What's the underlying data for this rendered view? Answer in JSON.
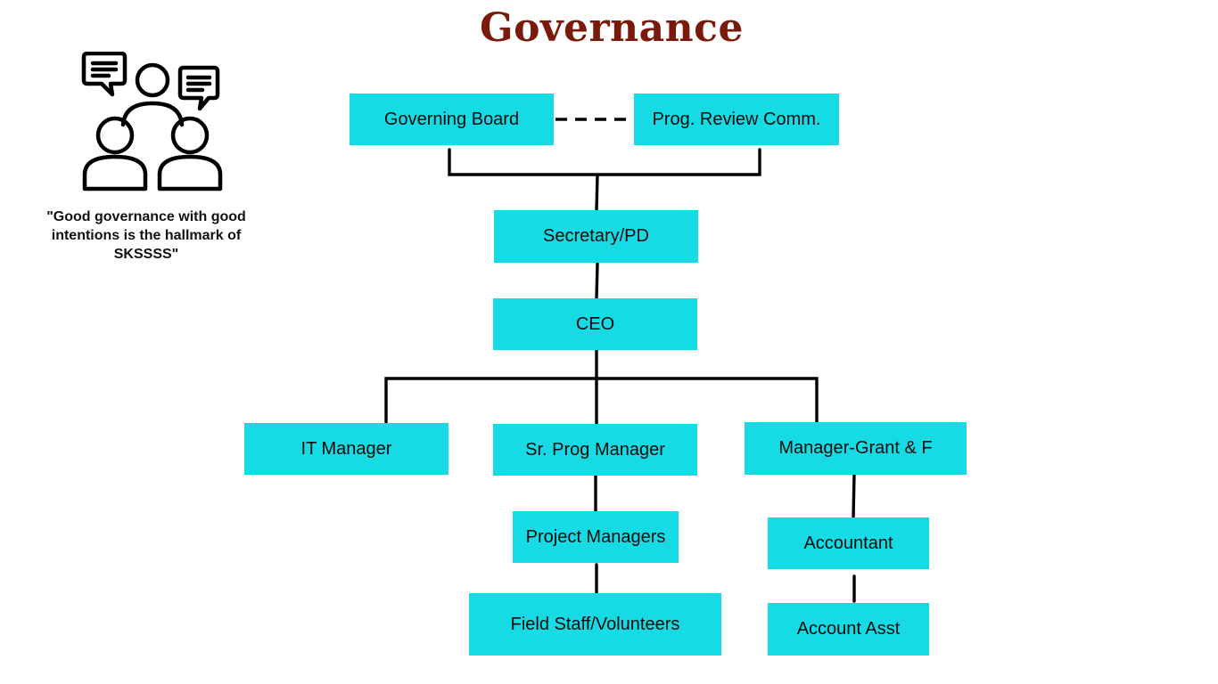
{
  "title": "Governance",
  "quote": "\"Good governance with good intentions is the hallmark of SKSSSS\"",
  "icon": "people-discussion-icon",
  "colors": {
    "title": "#7a1a0a",
    "box": "#17dbe4"
  },
  "nodes": {
    "governing_board": "Governing Board",
    "prog_review": "Prog. Review Comm.",
    "secretary": "Secretary/PD",
    "ceo": "CEO",
    "it_manager": "IT Manager",
    "sr_prog_manager": "Sr. Prog Manager",
    "manager_grant": "Manager-Grant & F",
    "project_managers": "Project Managers",
    "field_staff": "Field Staff/Volunteers",
    "accountant": "Accountant",
    "account_asst": "Account Asst"
  }
}
